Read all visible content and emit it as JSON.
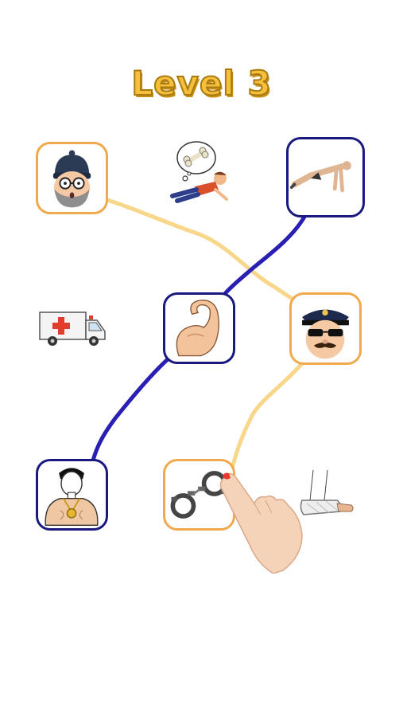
{
  "level": {
    "title": "Level 3"
  },
  "colors": {
    "orange_line": "#f8d68a",
    "orange_border": "#f0a94d",
    "navy_line": "#2a1fb5",
    "navy_border": "#1a1a7e"
  },
  "items": [
    {
      "id": "thief",
      "icon": "thief-face-icon",
      "frame": "orange"
    },
    {
      "id": "broken-bone-fall",
      "icon": "fallen-man-bone-thought-icon",
      "frame": "none"
    },
    {
      "id": "pushup",
      "icon": "pushup-man-icon",
      "frame": "navy"
    },
    {
      "id": "ambulance",
      "icon": "ambulance-icon",
      "frame": "none"
    },
    {
      "id": "biceps",
      "icon": "flexed-biceps-icon",
      "frame": "navy"
    },
    {
      "id": "police",
      "icon": "police-officer-face-icon",
      "frame": "orange"
    },
    {
      "id": "athlete",
      "icon": "athlete-medal-icon",
      "frame": "navy"
    },
    {
      "id": "handcuffs",
      "icon": "handcuffs-icon",
      "frame": "orange"
    },
    {
      "id": "cast-leg",
      "icon": "leg-in-cast-icon",
      "frame": "none"
    }
  ],
  "connections": [
    {
      "from": "thief",
      "to": "police",
      "color": "orange"
    },
    {
      "from": "police",
      "to": "handcuffs",
      "color": "orange"
    },
    {
      "from": "pushup",
      "to": "biceps",
      "color": "navy"
    },
    {
      "from": "biceps",
      "to": "athlete",
      "color": "navy"
    }
  ],
  "hint": {
    "icon": "pointing-hand-icon"
  }
}
